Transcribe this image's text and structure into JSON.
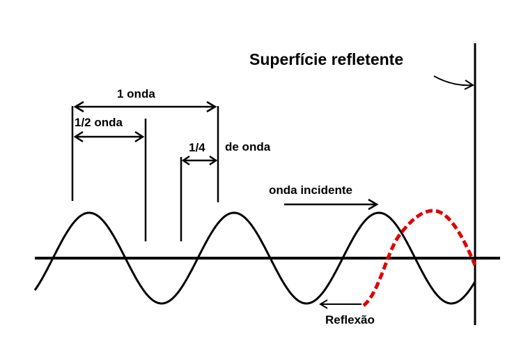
{
  "diagram": {
    "title": "Superfície refletente",
    "labels": {
      "one_wave": "1 onda",
      "half_wave": "1/2 onda",
      "quarter_wave": "1/4",
      "of_wave": "de onda",
      "incident_wave": "onda incidente",
      "reflection": "Reflexão"
    },
    "colors": {
      "incident_wave": "#000000",
      "reflected_wave": "#e00000",
      "background": "#ffffff"
    }
  }
}
